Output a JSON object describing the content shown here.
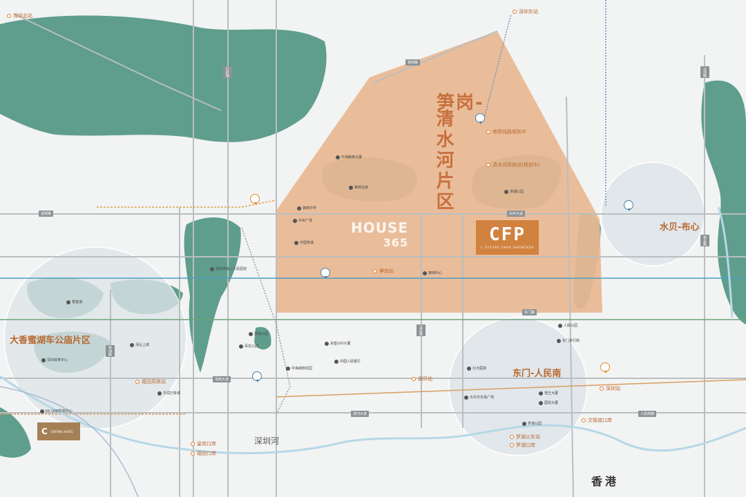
{
  "map": {
    "district_main": {
      "line1": "笋岗-",
      "line2": "清水河片区"
    },
    "districts": {
      "west": "大香蜜湖车公庙片区",
      "dongmen": "东门-人民南",
      "shuibei": "水贝-布心"
    },
    "hong_kong": "香港",
    "shenzhen_river": "深圳河",
    "watermark": {
      "line1": "HOUSE",
      "line2": "365"
    },
    "logo_main": {
      "mark": "CFP",
      "sub": "C FUTURE PARK SHENZHEN"
    },
    "logo_small": {
      "mark": "C",
      "sub": "CENTRAL HOTEL"
    },
    "stations": [
      "深圳北站",
      "深圳东站",
      "笋岗站",
      "地铁线路规划中",
      "清水河高铁站(规划中)",
      "福田高铁站",
      "深圳站",
      "罗湖火车站",
      "罗湖口岸",
      "皇岗口岸",
      "福田口岸",
      "文锦渡口岸",
      "湖贝站"
    ],
    "pois": [
      "中海紫御大厦",
      "笋岗仓库",
      "中央广场",
      "笋岗中学",
      "洪湖公园",
      "中国茶城",
      "笋岗中心",
      "深圳市第二人民医院",
      "中海城南花园",
      "华润万象城",
      "KK ONE购物中心",
      "香蜜湖",
      "深圳体育中心",
      "北大医院",
      "东门步行街",
      "深业上城",
      "百花公园",
      "荔枝公园",
      "罗湖公园",
      "人民公园",
      "国贸大厦",
      "大中华交易广场",
      "地王大厦",
      "京基100大厦",
      "中国人民银行"
    ],
    "roads": [
      "笋岗路",
      "泥岗路",
      "红岭路",
      "深南大道",
      "滨河大道",
      "新洲路",
      "宝安路",
      "布吉路",
      "北环大道",
      "沙湾路",
      "东门路",
      "人民南路"
    ],
    "colors": {
      "background": "#f2f3f3",
      "water_green": "#5f9e8c",
      "district_fill": "#e9b992",
      "accent_orange": "#d2823f",
      "road_gray": "#8b9294",
      "metro_blue": "#4a9ec3"
    }
  }
}
